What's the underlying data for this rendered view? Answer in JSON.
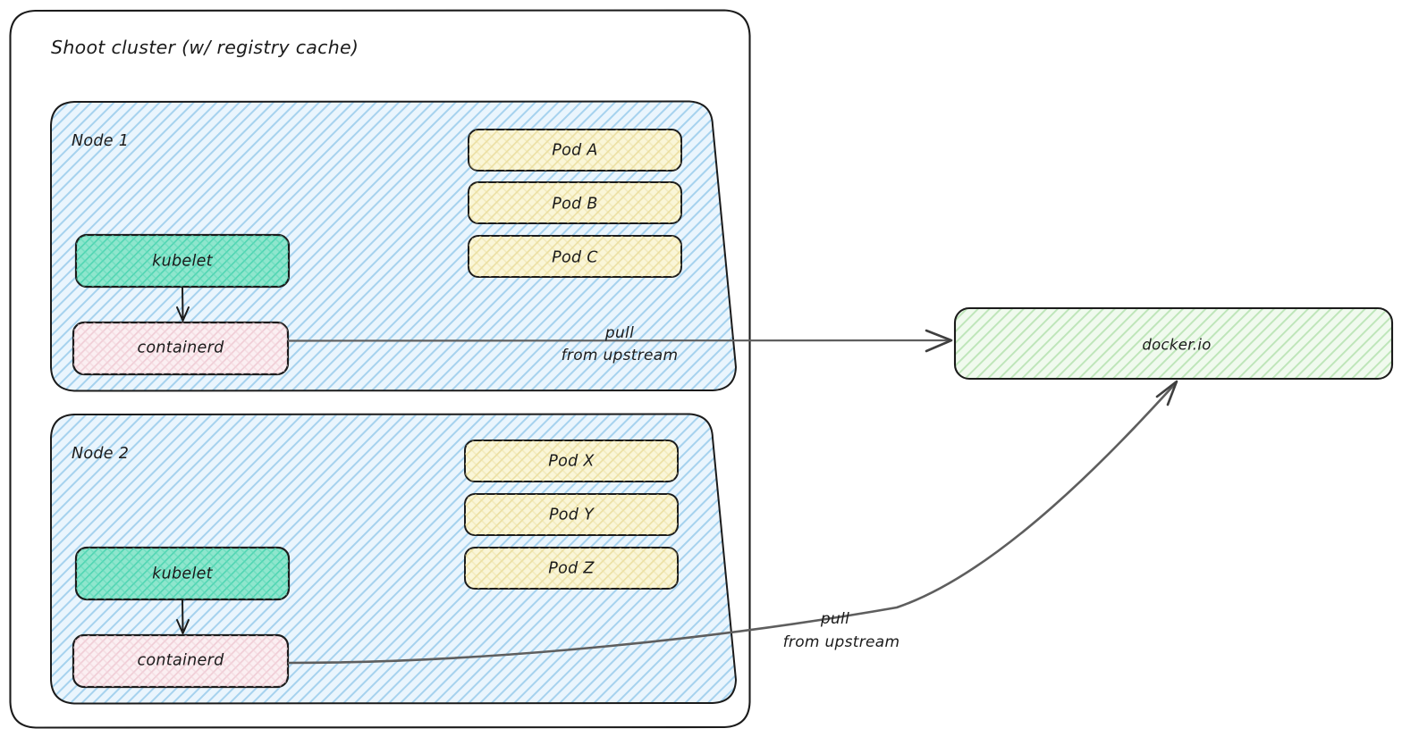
{
  "diagram": {
    "type": "architecture-diagram",
    "title": "Shoot cluster (w/ registry cache)",
    "clusters": [
      {
        "id": "shoot-cluster",
        "label": "Shoot cluster (w/ registry cache)",
        "fill": "#ffffff",
        "stroke": "#1b1b1b"
      }
    ],
    "nodes": [
      {
        "id": "node-1",
        "label": "Node 1",
        "fill": "#d9ecfb",
        "hatch": "#9fcdea",
        "components": [
          {
            "id": "kubelet-1",
            "label": "kubelet",
            "fill": "#74dec0",
            "hatch": "#3fcfa8"
          },
          {
            "id": "containerd-1",
            "label": "containerd",
            "fill": "#f6dde3",
            "hatch": "#edc2cd"
          }
        ],
        "pods": [
          {
            "id": "pod-a",
            "label": "Pod A",
            "fill": "#f5efc3",
            "hatch": "#e7dc9a"
          },
          {
            "id": "pod-b",
            "label": "Pod B",
            "fill": "#f5efc3",
            "hatch": "#e7dc9a"
          },
          {
            "id": "pod-c",
            "label": "Pod C",
            "fill": "#f5efc3",
            "hatch": "#e7dc9a"
          }
        ]
      },
      {
        "id": "node-2",
        "label": "Node 2",
        "fill": "#d9ecfb",
        "hatch": "#9fcdea",
        "components": [
          {
            "id": "kubelet-2",
            "label": "kubelet",
            "fill": "#74dec0",
            "hatch": "#3fcfa8"
          },
          {
            "id": "containerd-2",
            "label": "containerd",
            "fill": "#f6dde3",
            "hatch": "#edc2cd"
          }
        ],
        "pods": [
          {
            "id": "pod-x",
            "label": "Pod X",
            "fill": "#f5efc3",
            "hatch": "#e7dc9a"
          },
          {
            "id": "pod-y",
            "label": "Pod Y",
            "fill": "#f5efc3",
            "hatch": "#e7dc9a"
          },
          {
            "id": "pod-z",
            "label": "Pod Z",
            "fill": "#f5efc3",
            "hatch": "#e7dc9a"
          }
        ]
      }
    ],
    "external": [
      {
        "id": "docker-io",
        "label": "docker.io",
        "fill": "#e3f5e0",
        "hatch": "#b7e2b2"
      }
    ],
    "edges": [
      {
        "id": "edge-kubelet1-containerd1",
        "from": "kubelet-1",
        "to": "containerd-1",
        "label": ""
      },
      {
        "id": "edge-kubelet2-containerd2",
        "from": "kubelet-2",
        "to": "containerd-2",
        "label": ""
      },
      {
        "id": "edge-containerd1-dockerio",
        "from": "containerd-1",
        "to": "docker-io",
        "label_line_1": "pull",
        "label_line_2": "from upstream"
      },
      {
        "id": "edge-containerd2-dockerio",
        "from": "containerd-2",
        "to": "docker-io",
        "label_line_1": "pull",
        "label_line_2": "from upstream"
      }
    ],
    "colors": {
      "stroke": "#1b1b1b",
      "edge_stroke": "#5e5e5e",
      "background": "#ffffff",
      "node_fill": "#d9ecfb",
      "kubelet_fill": "#74dec0",
      "containerd_fill": "#f6dde3",
      "pod_fill": "#f5efc3",
      "registry_fill": "#e3f5e0"
    }
  }
}
